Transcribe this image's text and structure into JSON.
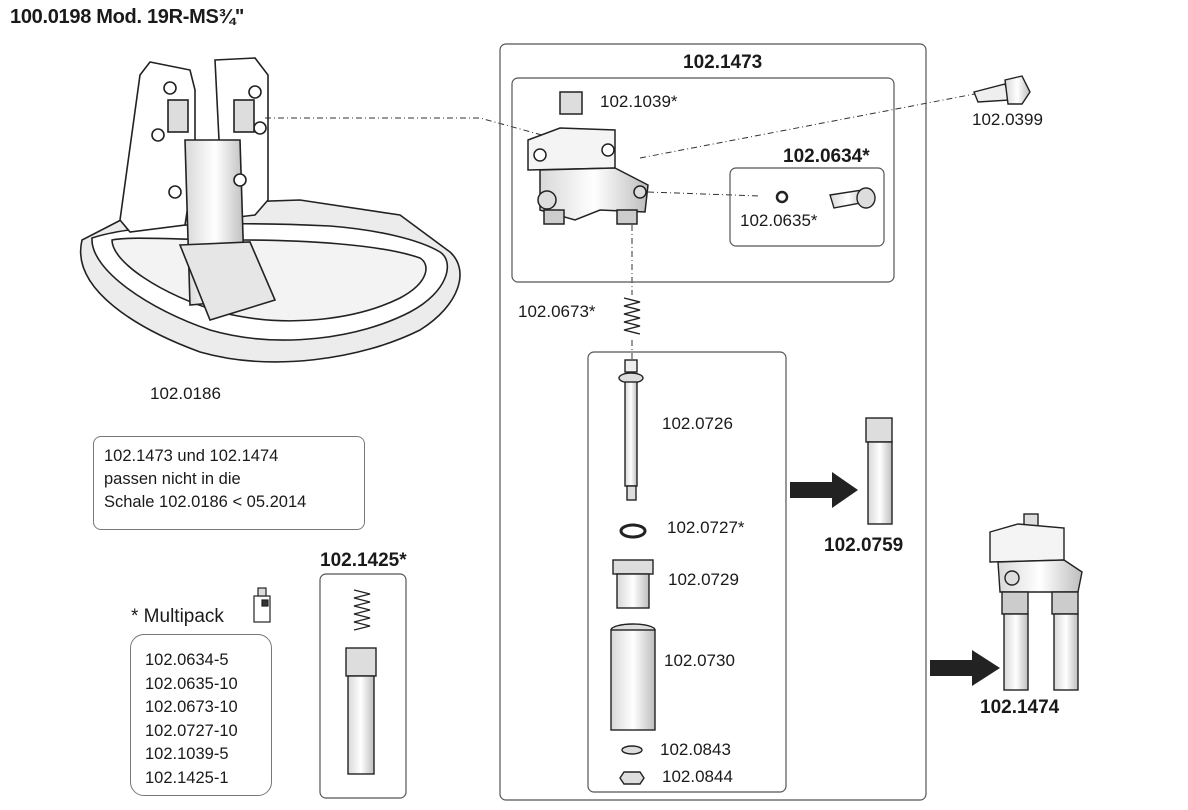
{
  "title": "100.0198 Mod. 19R-MS¾\"",
  "parts": {
    "bowl": "102.0186",
    "valve_assembly": "102.1473",
    "plug": "102.1039*",
    "screw": "102.0399",
    "kit": "102.0634*",
    "seal": "102.0635*",
    "spring": "102.0673*",
    "pin": "102.0726",
    "ring": "102.0727*",
    "nut": "102.0729",
    "sleeve": "102.0730",
    "washer": "102.0843",
    "small_nut": "102.0844",
    "extension": "102.0759",
    "double_assembly": "102.1474",
    "spring_set": "102.1425*"
  },
  "note": {
    "line1": "102.1473 und 102.1474",
    "line2": "passen nicht in die",
    "line3": "Schale 102.0186 < 05.2014"
  },
  "multipack": {
    "label": "* Multipack",
    "items": [
      "102.0634-5",
      "102.0635-10",
      "102.0673-10",
      "102.0727-10",
      "102.1039-5",
      "102.1425-1"
    ]
  }
}
